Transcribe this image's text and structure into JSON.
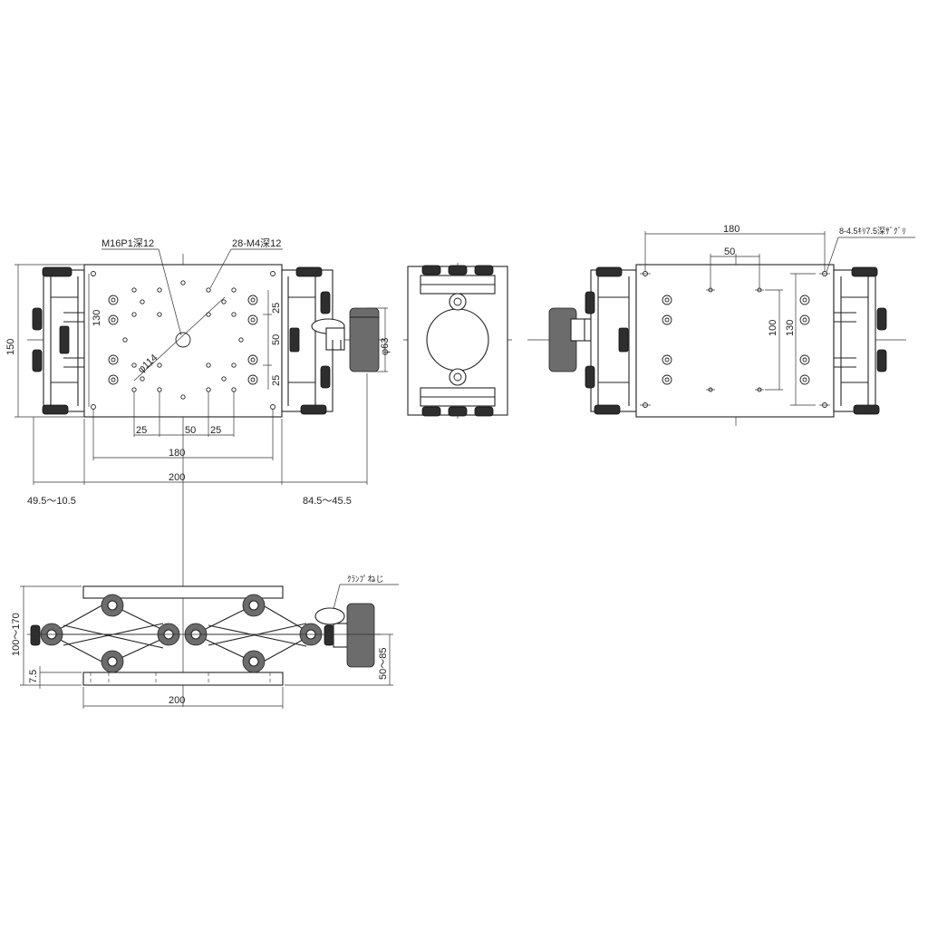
{
  "labels": {
    "thread_main": "M16P1深12",
    "thread_holes": "28-M4深12",
    "dia_114": "φ114",
    "dia_63": "φ63",
    "dim_150": "150",
    "dim_130": "130",
    "dim_25a": "25",
    "dim_50": "50",
    "dim_25b": "25",
    "dim_25_left": "25",
    "dim_50_bottom": "50",
    "dim_25_right": "25",
    "dim_180": "180",
    "dim_200": "200",
    "travel_left": "49.5～10.5",
    "travel_right": "84.5～45.5",
    "top_180": "180",
    "top_50": "50",
    "counterbore": "8-4.5ｷﾘ7.5深ｻﾞｸﾞﾘ",
    "right_100": "100",
    "right_130": "130",
    "height_range": "100～170",
    "base_7_5": "7.5",
    "knob_range": "50～85",
    "bottom_200": "200",
    "clamp_screw": "ｸﾗﾝﾌﾟねじ"
  }
}
